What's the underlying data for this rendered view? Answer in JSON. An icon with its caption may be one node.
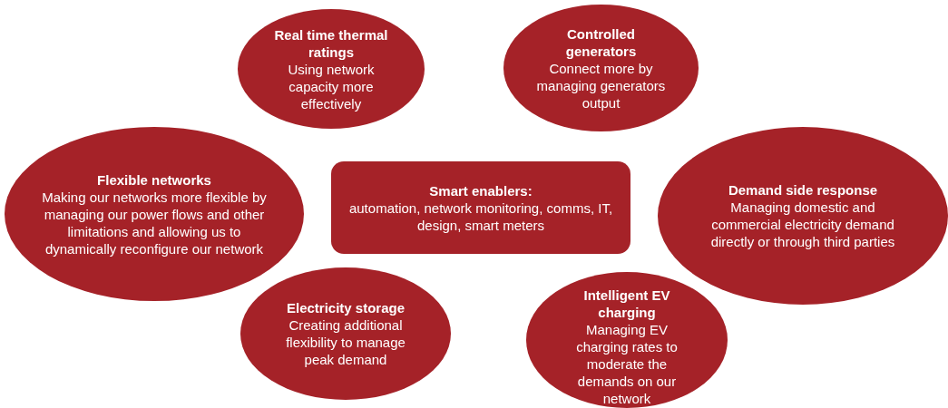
{
  "diagram": {
    "nodes": [
      {
        "text": [
          "Real time thermal ratings",
          "Using network capacity more effectively"
        ]
      },
      {
        "text": [
          "Controlled generators",
          "Connect more by managing generators output"
        ]
      },
      {
        "text": [
          "Flexible networks",
          "Making our networks more flexible by managing our power flows and other limitations and allowing us to dynamically reconfigure our network"
        ]
      },
      {
        "text": [
          "Smart enablers:",
          "automation, network monitoring, comms, IT, design, smart meters"
        ]
      },
      {
        "text": [
          "Demand side response",
          "Managing domestic and commercial electricity demand directly or through third parties"
        ]
      },
      {
        "text": [
          "Electricity storage",
          "Creating additional flexibility to manage peak demand"
        ]
      },
      {
        "text": [
          "Intelligent EV charging",
          "Managing EV charging rates to moderate the demands on our network"
        ]
      }
    ]
  }
}
